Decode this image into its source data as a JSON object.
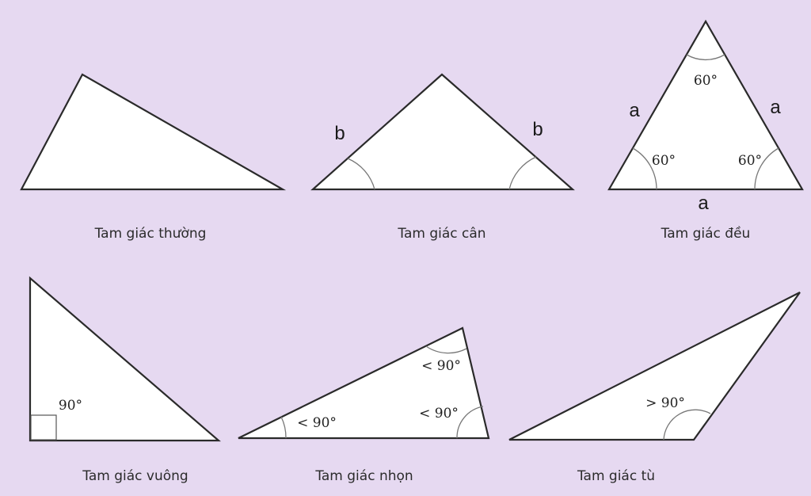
{
  "colors": {
    "background": "#e6d9f1",
    "fill": "#ffffff",
    "stroke": "#2a2a2a"
  },
  "triangles": [
    {
      "caption": "Tam giác thường"
    },
    {
      "caption": "Tam giác cân",
      "side_left": "b",
      "side_right": "b"
    },
    {
      "caption": "Tam giác đều",
      "side_left": "a",
      "side_right": "a",
      "side_bottom": "a",
      "angle_top": "60°",
      "angle_left": "60°",
      "angle_right": "60°"
    },
    {
      "caption": "Tam giác vuông",
      "angle_right": "90°"
    },
    {
      "caption": "Tam giác nhọn",
      "angle_top": "< 90°",
      "angle_left": "< 90°",
      "angle_right": "< 90°"
    },
    {
      "caption": "Tam giác tù",
      "angle_obtuse": "> 90°"
    }
  ]
}
